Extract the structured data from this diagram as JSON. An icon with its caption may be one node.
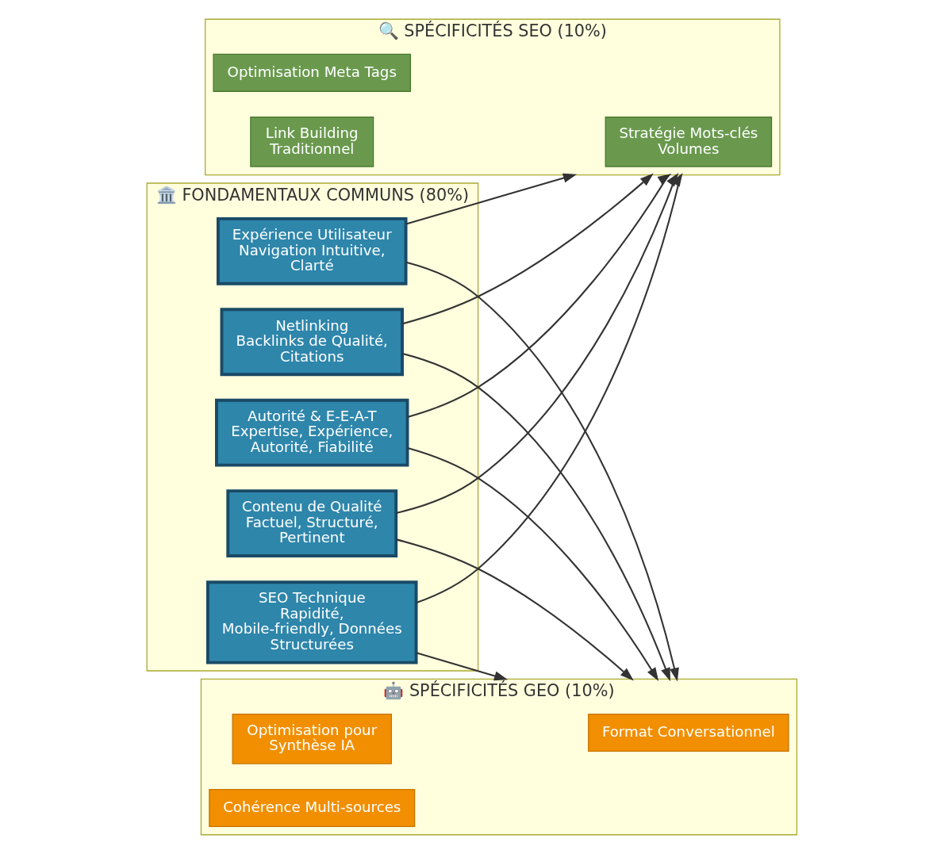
{
  "diagram": {
    "nodes": [
      {
        "text": [
          "🏛️ FONDAMENTAUX COMMUNS (80%)"
        ]
      },
      {
        "text": [
          "Autorité & E-E-A-T",
          "Expertise, Expérience, Autorité, Fiabilité"
        ],
        "in": 0
      },
      {
        "text": [
          "Contenu de Qualité",
          "Factuel, Structuré, Pertinent"
        ],
        "in": 0
      },
      {
        "text": [
          "SEO Technique",
          "Rapidité, Mobile-friendly, Données Structurées"
        ],
        "in": 0
      },
      {
        "text": [
          "Expérience Utilisateur",
          "Navigation Intuitive, Clarté"
        ],
        "in": 0
      },
      {
        "text": [
          "Netlinking",
          "Backlinks de Qualité, Citations"
        ],
        "in": 0
      },
      {
        "text": [
          "🔍 SPÉCIFICITÉS SEO (10%)"
        ]
      },
      {
        "text": [
          "Optimisation Meta Tags"
        ],
        "in": 6
      },
      {
        "text": [
          "Stratégie Mots-clés Volumes"
        ],
        "in": 6
      },
      {
        "text": [
          "Link Building Traditionnel"
        ],
        "in": 6
      },
      {
        "text": [
          "🤖 SPÉCIFICITÉS GEO (10%)"
        ]
      },
      {
        "text": [
          "Optimisation pour Synthèse IA"
        ],
        "in": 10
      },
      {
        "text": [
          "Format Conversationnel"
        ],
        "in": 10
      },
      {
        "text": [
          "Cohérence Multi-sources"
        ],
        "in": 10
      }
    ],
    "edges": [
      {
        "from": 1,
        "to": 6,
        "arrow": "to"
      },
      {
        "from": 1,
        "to": 10,
        "arrow": "to"
      },
      {
        "from": 2,
        "to": 6,
        "arrow": "to"
      },
      {
        "from": 2,
        "to": 10,
        "arrow": "to"
      },
      {
        "from": 3,
        "to": 6,
        "arrow": "to"
      },
      {
        "from": 3,
        "to": 10,
        "arrow": "to"
      },
      {
        "from": 4,
        "to": 6,
        "arrow": "to"
      },
      {
        "from": 4,
        "to": 10,
        "arrow": "to"
      },
      {
        "from": 5,
        "to": 6,
        "arrow": "to"
      },
      {
        "from": 5,
        "to": 10,
        "arrow": "to"
      }
    ]
  }
}
